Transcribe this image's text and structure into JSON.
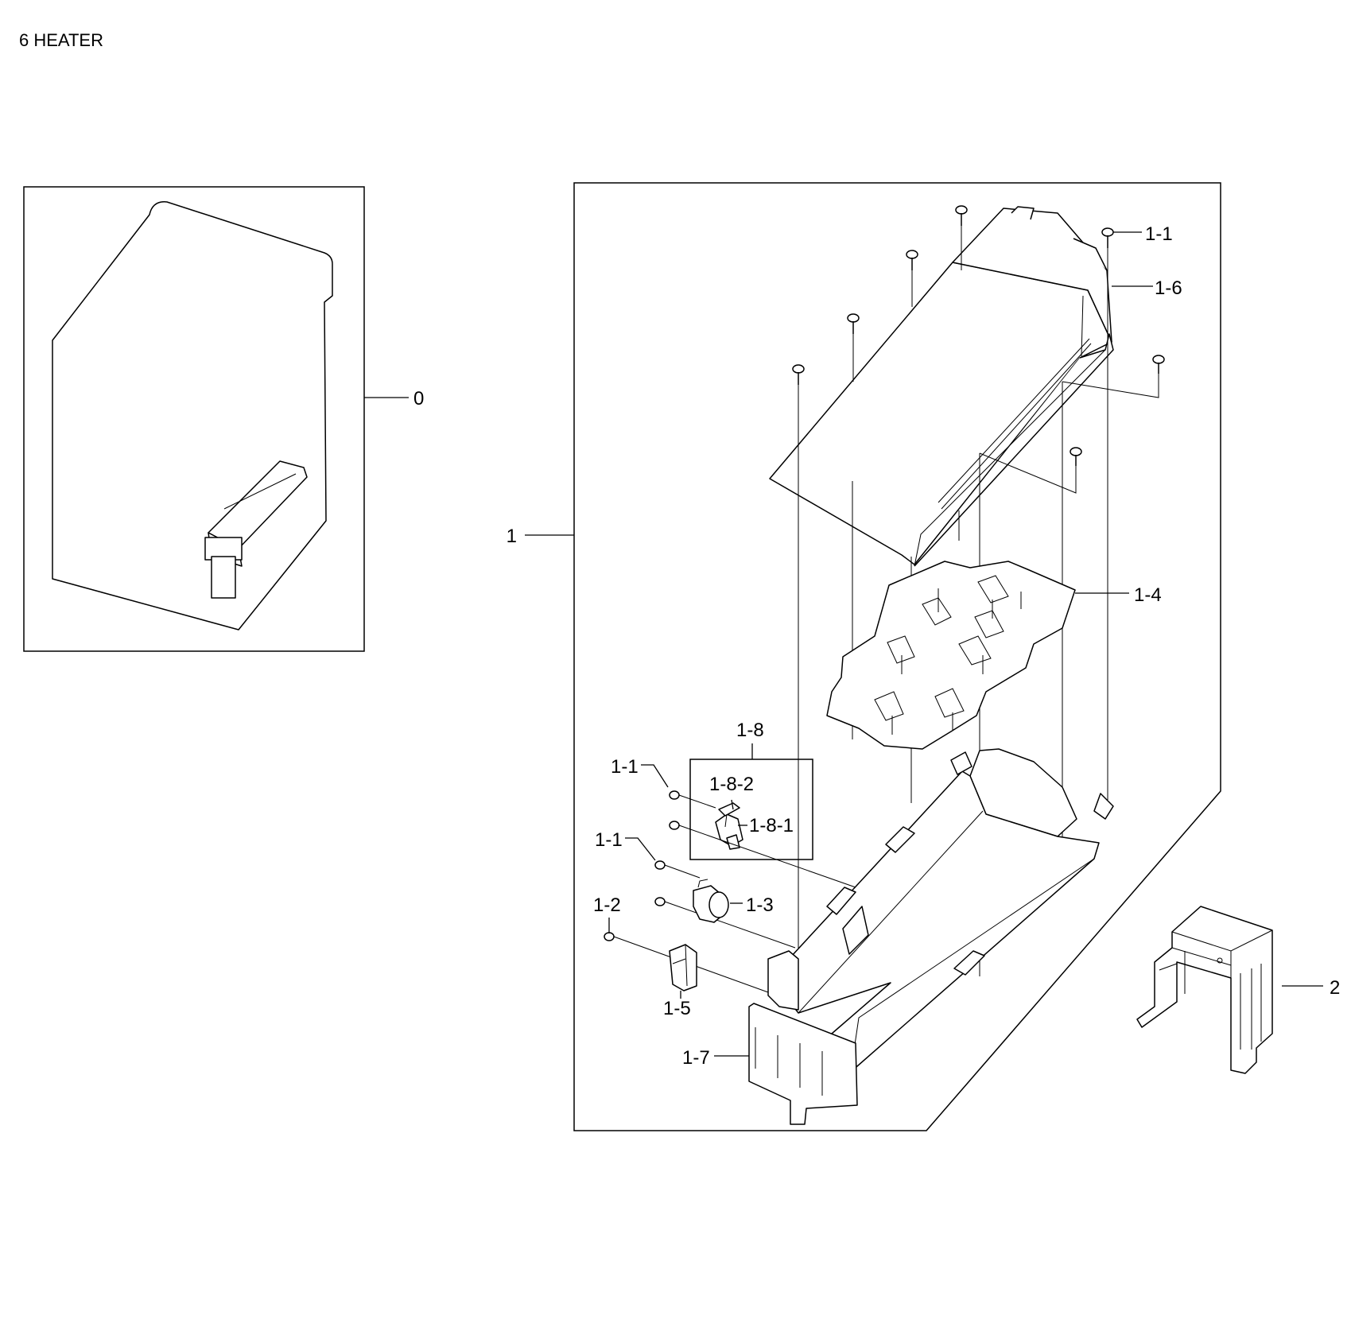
{
  "title": "6 HEATER",
  "callouts": [
    {
      "id": "c0",
      "label": "0"
    },
    {
      "id": "c1",
      "label": "1"
    },
    {
      "id": "c1-1-top",
      "label": "1-1"
    },
    {
      "id": "c1-6",
      "label": "1-6"
    },
    {
      "id": "c1-4",
      "label": "1-4"
    },
    {
      "id": "c1-8",
      "label": "1-8"
    },
    {
      "id": "c1-1-a",
      "label": "1-1"
    },
    {
      "id": "c1-8-2",
      "label": "1-8-2"
    },
    {
      "id": "c1-8-1",
      "label": "1-8-1"
    },
    {
      "id": "c1-1-b",
      "label": "1-1"
    },
    {
      "id": "c1-3",
      "label": "1-3"
    },
    {
      "id": "c1-2",
      "label": "1-2"
    },
    {
      "id": "c1-5",
      "label": "1-5"
    },
    {
      "id": "c1-7",
      "label": "1-7"
    },
    {
      "id": "c2",
      "label": "2"
    }
  ]
}
